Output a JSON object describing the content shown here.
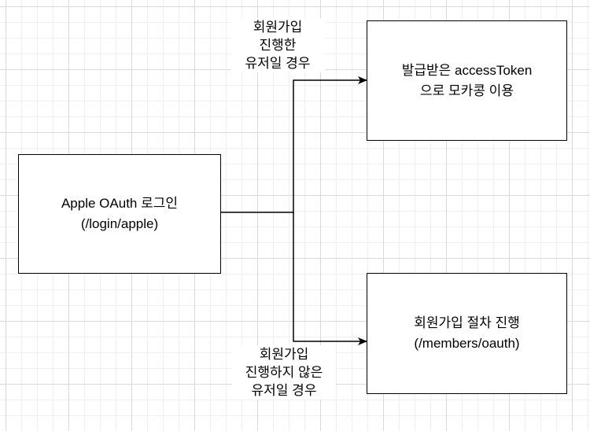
{
  "nodes": {
    "apple_login": {
      "line1": "Apple OAuth 로그인",
      "line2": "(/login/apple)"
    },
    "use_token": {
      "line1": "발급받은 accessToken",
      "line2": "으로 모카콩 이용"
    },
    "signup": {
      "line1": "회원가입 절차 진행",
      "line2": "(/members/oauth)"
    }
  },
  "edges": {
    "registered": {
      "line1": "회원가입",
      "line2": "진행한",
      "line3": "유저일 경우"
    },
    "not_registered": {
      "line1": "회원가입",
      "line2": "진행하지 않은",
      "line3": "유저일 경우"
    }
  }
}
